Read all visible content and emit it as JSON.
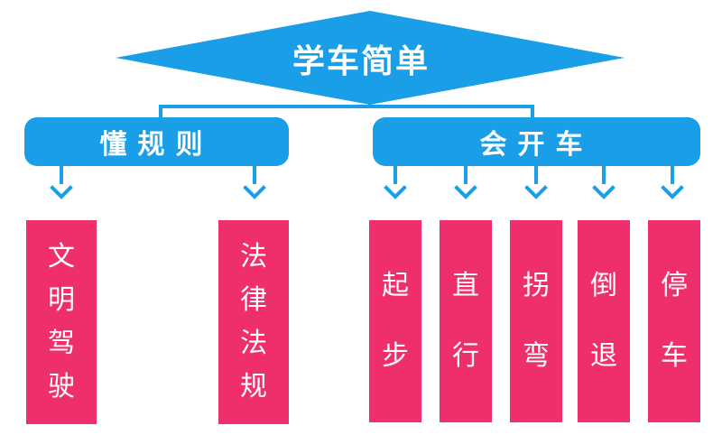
{
  "colors": {
    "primary_blue": "#1a9ee8",
    "leaf_pink": "#ef2f6b",
    "text_white": "#ffffff"
  },
  "root": {
    "title": "学车简单"
  },
  "categories": [
    {
      "label": "懂规则",
      "leaves": [
        {
          "chars": [
            "文",
            "明",
            "驾",
            "驶"
          ]
        },
        {
          "chars": [
            "法",
            "律",
            "法",
            "规"
          ]
        }
      ]
    },
    {
      "label": "会开车",
      "leaves": [
        {
          "chars": [
            "起",
            "步"
          ]
        },
        {
          "chars": [
            "直",
            "行"
          ]
        },
        {
          "chars": [
            "拐",
            "弯"
          ]
        },
        {
          "chars": [
            "倒",
            "退"
          ]
        },
        {
          "chars": [
            "停",
            "车"
          ]
        }
      ]
    }
  ]
}
